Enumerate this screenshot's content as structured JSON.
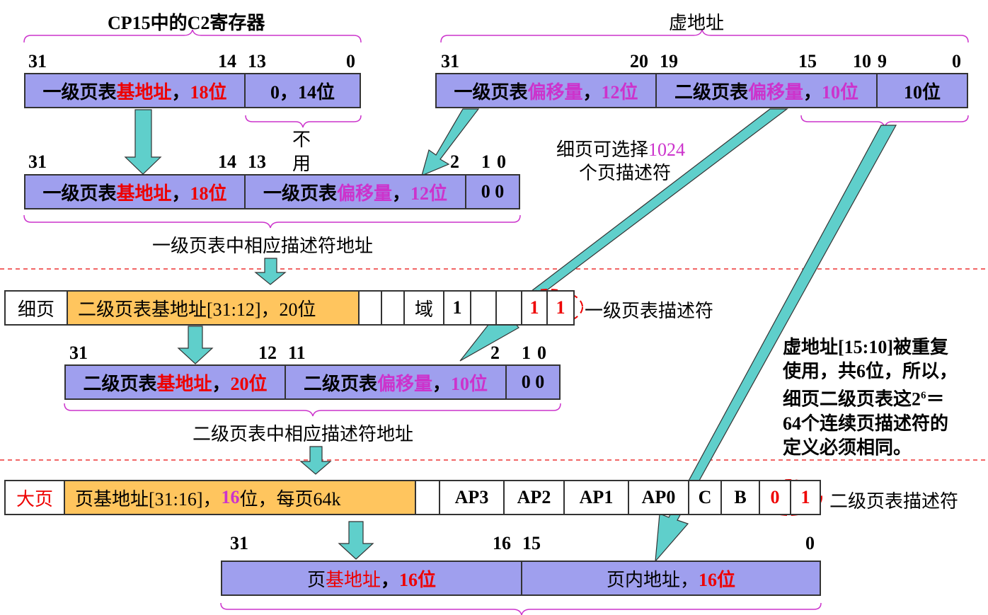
{
  "cp15": {
    "title": "CP15中的C2寄存器",
    "bit31": "31",
    "bit14": "14",
    "bit13": "13",
    "bit0": "0",
    "field1_prefix": "一级页表",
    "field1_key": "基地址",
    "field1_sep": "，",
    "field1_bits": "18位",
    "field2": "0，14位",
    "unused_top": "不",
    "unused_bottom": "用"
  },
  "vaddr": {
    "title": "虚地址",
    "bit31": "31",
    "bit20": "20",
    "bit19": "19",
    "bit15": "15",
    "bit10": "10",
    "bit9": "9",
    "bit0": "0",
    "field1_prefix": "一级页表",
    "field1_key": "偏移量",
    "field1_sep": "，",
    "field1_bits": "12位",
    "field2_prefix": "二级页表",
    "field2_key": "偏移量",
    "field2_sep": "，",
    "field2_bits": "10位",
    "field3": "10位"
  },
  "desc1_addr": {
    "bit31": "31",
    "bit14": "14",
    "bit13": "13",
    "bit2": "2",
    "bit1": "1",
    "bit0": "0",
    "field1_prefix": "一级页表",
    "field1_key": "基地址",
    "field1_sep": "，",
    "field1_bits": "18位",
    "field2_prefix": "一级页表",
    "field2_key": "偏移量",
    "field2_sep": "，",
    "field2_bits": "12位",
    "field3": "0 0",
    "caption": "一级页表中相应描述符地址"
  },
  "fine_note": {
    "line1_prefix": "细页可选择",
    "line1_num": "1024",
    "line2": "个页描述符"
  },
  "desc1": {
    "type": "细页",
    "base": "二级页表基地址[31:12]，20位",
    "domain": "域",
    "bit_one": "1",
    "tail1": "1",
    "tail0": "1",
    "label": "一级页表描述符"
  },
  "desc2_addr": {
    "bit31": "31",
    "bit12": "12",
    "bit11": "11",
    "bit2": "2",
    "bit1": "1",
    "bit0": "0",
    "field1_prefix": "二级页表",
    "field1_key": "基地址",
    "field1_sep": "，",
    "field1_bits": "20位",
    "field2_prefix": "二级页表",
    "field2_key": "偏移量",
    "field2_sep": "，",
    "field2_bits": "10位",
    "field3": "0 0",
    "caption": "二级页表中相应描述符地址"
  },
  "reuse_note": {
    "line1": "虚地址[15:10]被重复",
    "line2": "使用，共6位，所以，",
    "line3_prefix": "细页二级页表这2",
    "line3_sup": "6",
    "line3_suffix": "＝",
    "line4": "64个连续页描述符的",
    "line5": "定义必须相同。"
  },
  "desc2": {
    "type": "大页",
    "base_prefix": "页基地址[31:16]，",
    "base_num": "16",
    "base_suffix": "位，每页64k",
    "ap3": "AP3",
    "ap2": "AP2",
    "ap1": "AP1",
    "ap0": "AP0",
    "c": "C",
    "b": "B",
    "tail1": "0",
    "tail0": "1",
    "label": "二级页表描述符"
  },
  "phys": {
    "bit31": "31",
    "bit16": "16",
    "bit15": "15",
    "bit0": "0",
    "field1_prefix": "页",
    "field1_key": "基地址",
    "field1_sep": "，",
    "field1_bits": "16位",
    "field2_prefix": "页内地址，",
    "field2_bits": "16位"
  },
  "colors": {
    "field_purple": "#9f9fee",
    "field_orange": "#ffc55e",
    "arrow_teal": "#5fcfcb",
    "highlight_red": "#ee0000",
    "highlight_magenta": "#cc33cc",
    "brace_magenta": "#cc33cc",
    "divider_red": "#ee3333"
  }
}
